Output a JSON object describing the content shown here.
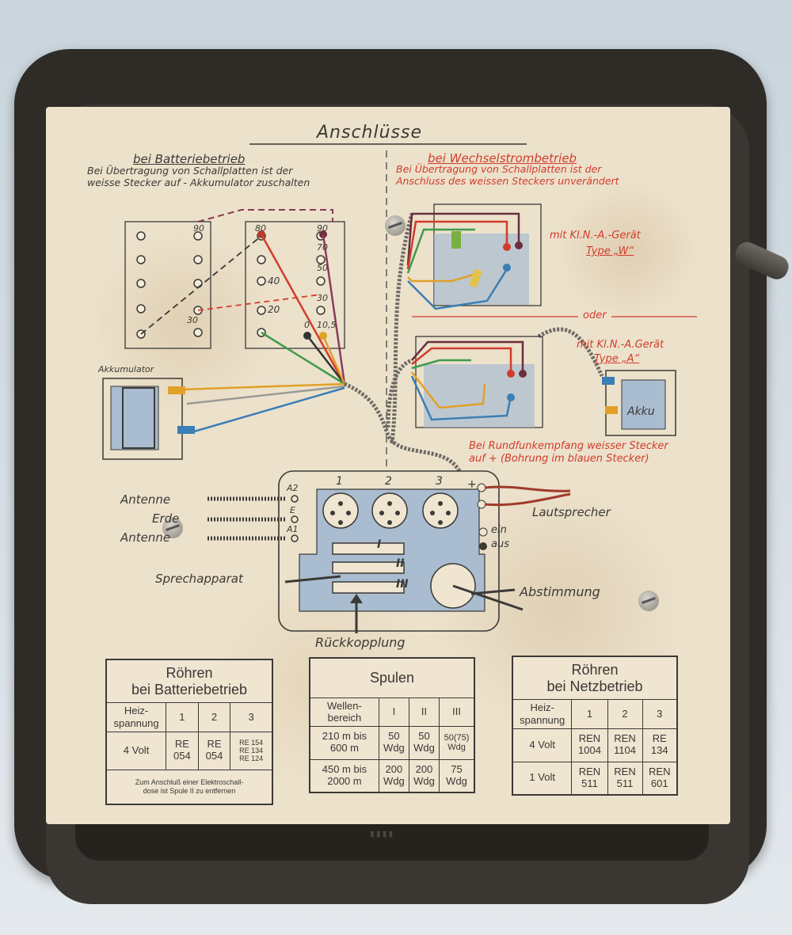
{
  "title": "Anschlüsse",
  "battery": {
    "heading": "bei Batteriebetrieb",
    "note_line1": "Bei Übertragung von Schallplatten ist der",
    "note_line2": "weisse Stecker auf - Akkumulator zuschalten",
    "accumulator_label": "Akkumulator",
    "voltages": [
      "90",
      "80",
      "90",
      "70",
      "50",
      "40",
      "30",
      "30",
      "20",
      "0",
      "10,5"
    ]
  },
  "ac": {
    "heading": "bei Wechselstrombetrieb",
    "note_line1": "Bei Übertragung von Schallplatten ist der",
    "note_line2": "Anschluss des weissen Steckers unverändert",
    "device_w_line1": "mit Kl.N.-A.-Gerät",
    "device_w_line2": "Type „W“",
    "or_label": "oder",
    "device_a_line1": "mit Kl.N.-A.Gerät",
    "device_a_line2": "Type „A“",
    "akku_label": "Akku",
    "radio_note_line1": "Bei Rundfunkempfang weisser Stecker",
    "radio_note_line2": "auf + (Bohrung im blauen Stecker)"
  },
  "receiver": {
    "antenne_top": "Antenne",
    "erde": "Erde",
    "antenne_bottom": "Antenne",
    "a2": "A2",
    "e": "E",
    "a1": "A1",
    "tube_numbers": [
      "1",
      "2",
      "3"
    ],
    "plus": "+",
    "lautsprecher": "Lautsprecher",
    "ein": "ein",
    "aus": "aus",
    "coils": [
      "I",
      "II",
      "III"
    ],
    "sprechapparat": "Sprechapparat",
    "abstimmung": "Abstimmung",
    "rueckkopplung": "Rückkopplung"
  },
  "table_battery": {
    "title_line1": "Röhren",
    "title_line2": "bei Batteriebetrieb",
    "col_label": "Heiz-\nspannung",
    "cols": [
      "1",
      "2",
      "3"
    ],
    "row_label": "4 Volt",
    "cells": [
      "RE\n054",
      "RE\n054",
      "RE 154\nRE 134\nRE 124"
    ],
    "footnote": "Zum Anschluß einer Elektroschall-\ndose ist Spule II zu entfernen"
  },
  "table_coils": {
    "title": "Spulen",
    "col_label": "Wellen-\nbereich",
    "cols": [
      "I",
      "II",
      "III"
    ],
    "rows": [
      {
        "label": "210 m bis\n600 m",
        "cells": [
          "50\nWdg",
          "50\nWdg",
          "50(75)\nWdg"
        ]
      },
      {
        "label": "450 m bis\n2000 m",
        "cells": [
          "200\nWdg",
          "200\nWdg",
          "75\nWdg"
        ]
      }
    ]
  },
  "table_mains": {
    "title_line1": "Röhren",
    "title_line2": "bei Netzbetrieb",
    "col_label": "Heiz-\nspannung",
    "cols": [
      "1",
      "2",
      "3"
    ],
    "rows": [
      {
        "label": "4 Volt",
        "cells": [
          "REN\n1004",
          "REN\n1104",
          "RE\n134"
        ]
      },
      {
        "label": "1 Volt",
        "cells": [
          "REN\n511",
          "REN\n511",
          "REN\n601"
        ]
      }
    ]
  },
  "colors": {
    "case": "#2f2c28",
    "card": "#ece1cb",
    "ink": "#3b3a36",
    "red_ink": "#d23c2c",
    "blue": "#a9bcd0"
  }
}
